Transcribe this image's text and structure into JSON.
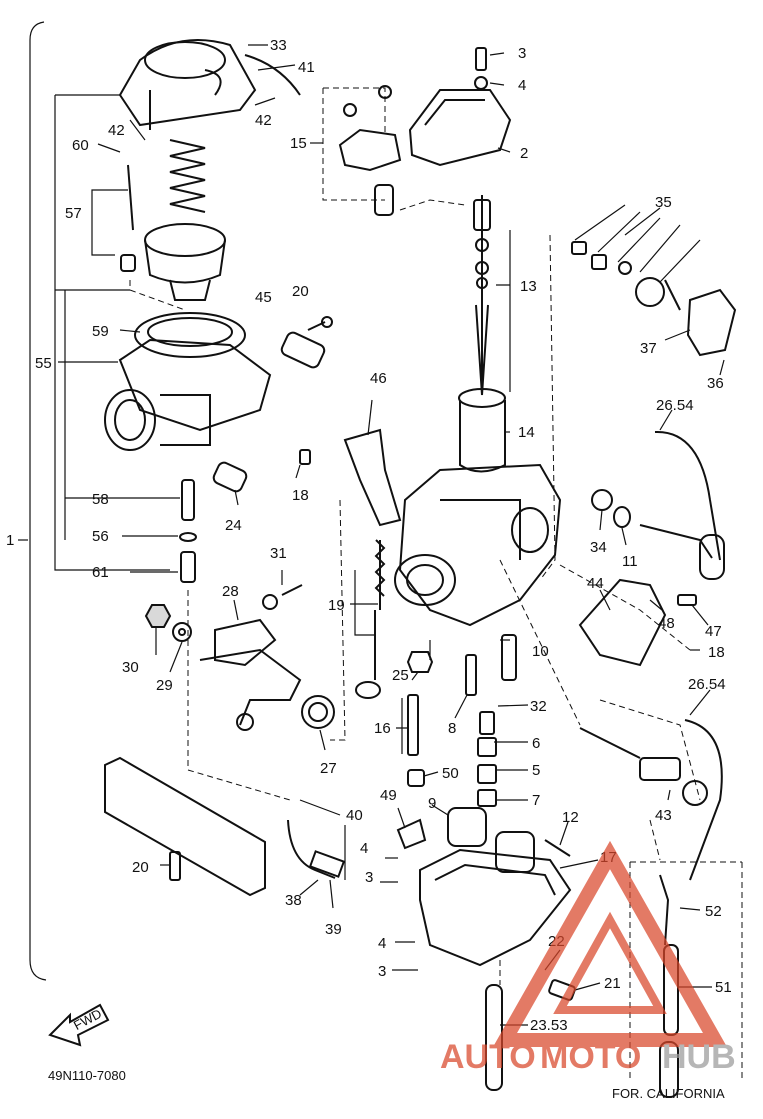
{
  "diagram": {
    "part_code": "49N110-7080",
    "note": "FOR. CALIFORNIA",
    "fwd_label": "FWD",
    "callouts": [
      "33",
      "41",
      "42",
      "60",
      "42",
      "57",
      "59",
      "55",
      "58",
      "56",
      "61",
      "3",
      "4",
      "15",
      "2",
      "13",
      "20",
      "45",
      "35",
      "37",
      "36",
      "46",
      "14",
      "18",
      "24",
      "31",
      "28",
      "19",
      "30",
      "29",
      "27",
      "25",
      "10",
      "16",
      "8",
      "32",
      "6",
      "5",
      "7",
      "34",
      "11",
      "44",
      "48",
      "47",
      "18",
      "26.54",
      "26.54",
      "43",
      "50",
      "49",
      "9",
      "12",
      "17",
      "40",
      "4",
      "3",
      "20",
      "38",
      "39",
      "52",
      "51",
      "4",
      "3",
      "22",
      "21",
      "23.53",
      "1"
    ],
    "watermark": {
      "part1": "AUTO",
      "part2": "MOTO",
      "part3": "HUB",
      "color_red": "#d9472b",
      "color_gray": "#9a9a9a"
    },
    "colors": {
      "ink": "#111111",
      "paper": "#ffffff"
    }
  }
}
